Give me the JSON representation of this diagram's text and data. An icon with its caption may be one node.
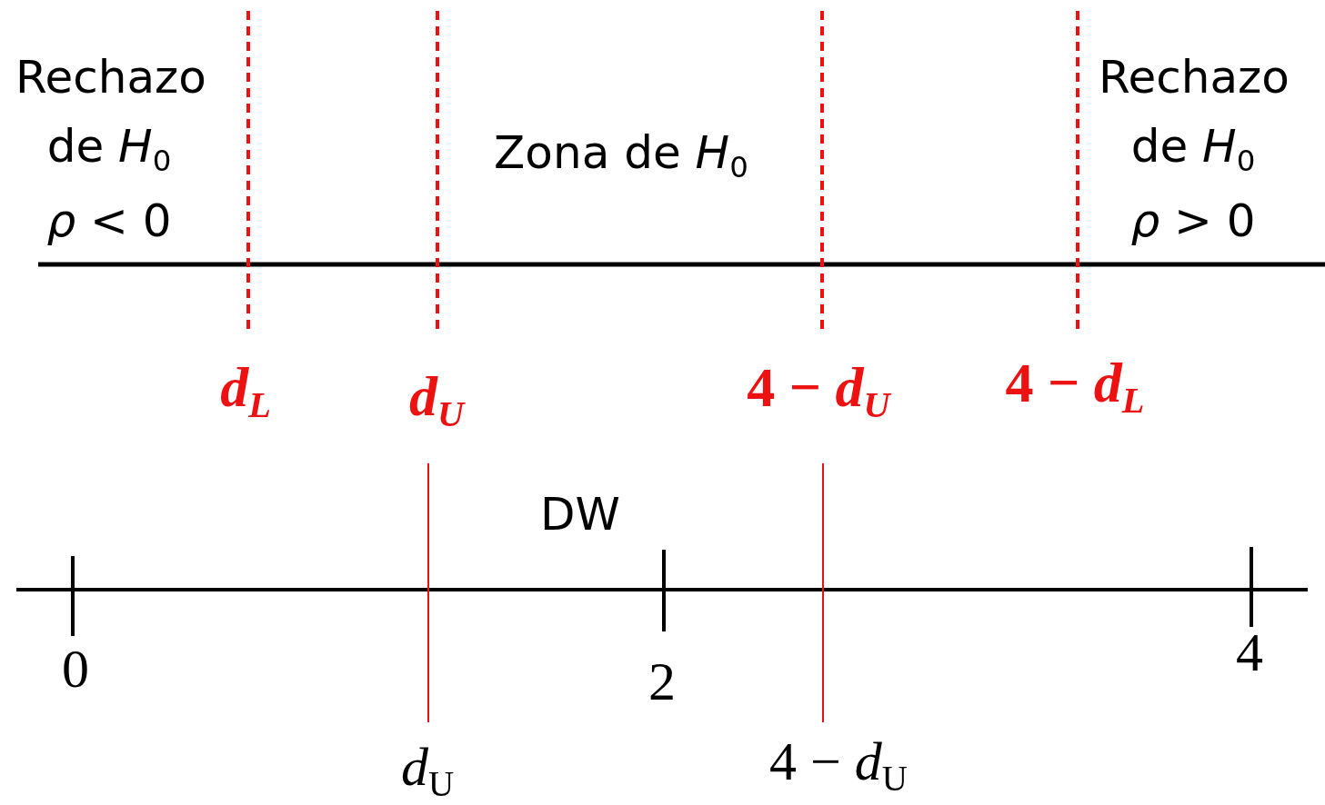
{
  "diagram": {
    "labels": [
      "Rechazo",
      "de *H*$_{0}$",
      "*ρ* < 0",
      "Zona de *H*$_{0}$",
      "Rechazo",
      "de *H*$_{0}$",
      "*ρ* > 0",
      "*d*$_{L}$",
      "*d*$_{U}$",
      "4 − *d*$_{U}$",
      "4 − *d*$_{L}$",
      "DW",
      "0",
      "2",
      "4",
      "*d*$_{U}$",
      "4 − *d*$_{U}$"
    ]
  }
}
